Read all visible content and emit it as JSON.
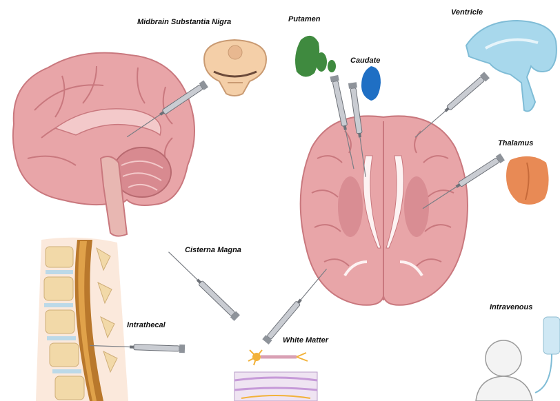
{
  "labels": {
    "midbrain": "Midbrain Substantia Nigra",
    "putamen": "Putamen",
    "caudate": "Caudate",
    "ventricle": "Ventricle",
    "thalamus": "Thalamus",
    "cisterna_magna": "Cisterna Magna",
    "intrathecal": "Intrathecal",
    "white_matter": "White Matter",
    "intravenous": "Intravenous"
  },
  "colors": {
    "brain_pink": "#e8a5a8",
    "brain_dark": "#c9787e",
    "putamen_green": "#3f8a3f",
    "caudate_blue": "#1f6fc4",
    "ventricle_blue": "#a8d8ec",
    "thalamus_orange": "#e88a55",
    "spine_bone": "#f2d9a8",
    "disc_blue": "#bcd9e8",
    "needle_gray": "#b8bcc2"
  }
}
